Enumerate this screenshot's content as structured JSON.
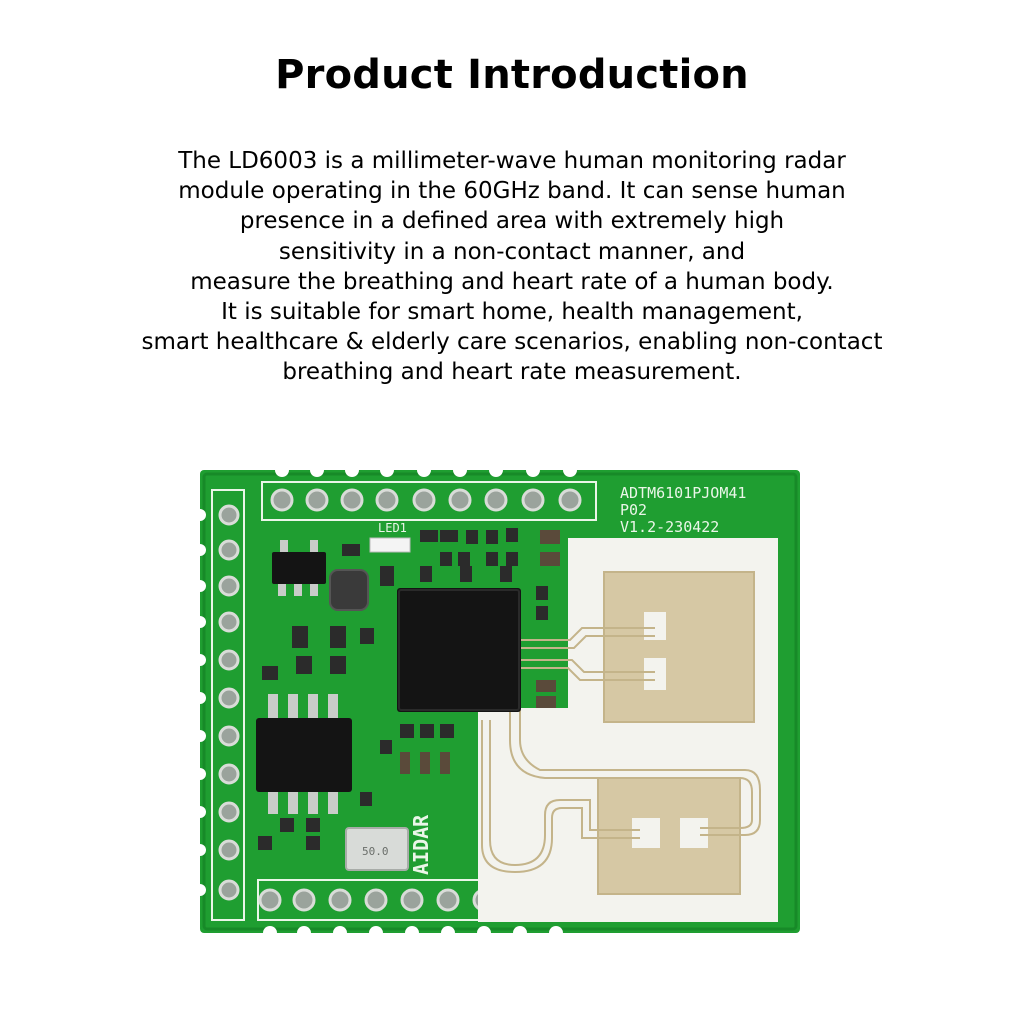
{
  "header": {
    "title": "Product Introduction"
  },
  "intro": {
    "lines": [
      "The LD6003 is a millimeter-wave human monitoring radar",
      "module operating in the 60GHz band. It can sense human",
      "presence in a defined area with extremely high",
      "sensitivity in a non-contact manner, and",
      "measure the breathing and heart rate of a human body.",
      "It is suitable for smart home, health management,",
      "smart healthcare & elderly care scenarios, enabling non-contact",
      "breathing and heart rate measurement."
    ]
  },
  "board": {
    "silkscreen": {
      "model": "ADTM6101PJOM41",
      "rev": "P02",
      "version": "V1.2-230422",
      "led": "LED1",
      "crystal": "50.0",
      "brand": "AIDAR"
    },
    "colors": {
      "pcb": "#1f9e31",
      "pcb_dark": "#178a28",
      "antenna": "#d6c8a4",
      "antenna_edge": "#c4b48a",
      "white_zone": "#f3f3ee",
      "chip": "#141414"
    }
  }
}
